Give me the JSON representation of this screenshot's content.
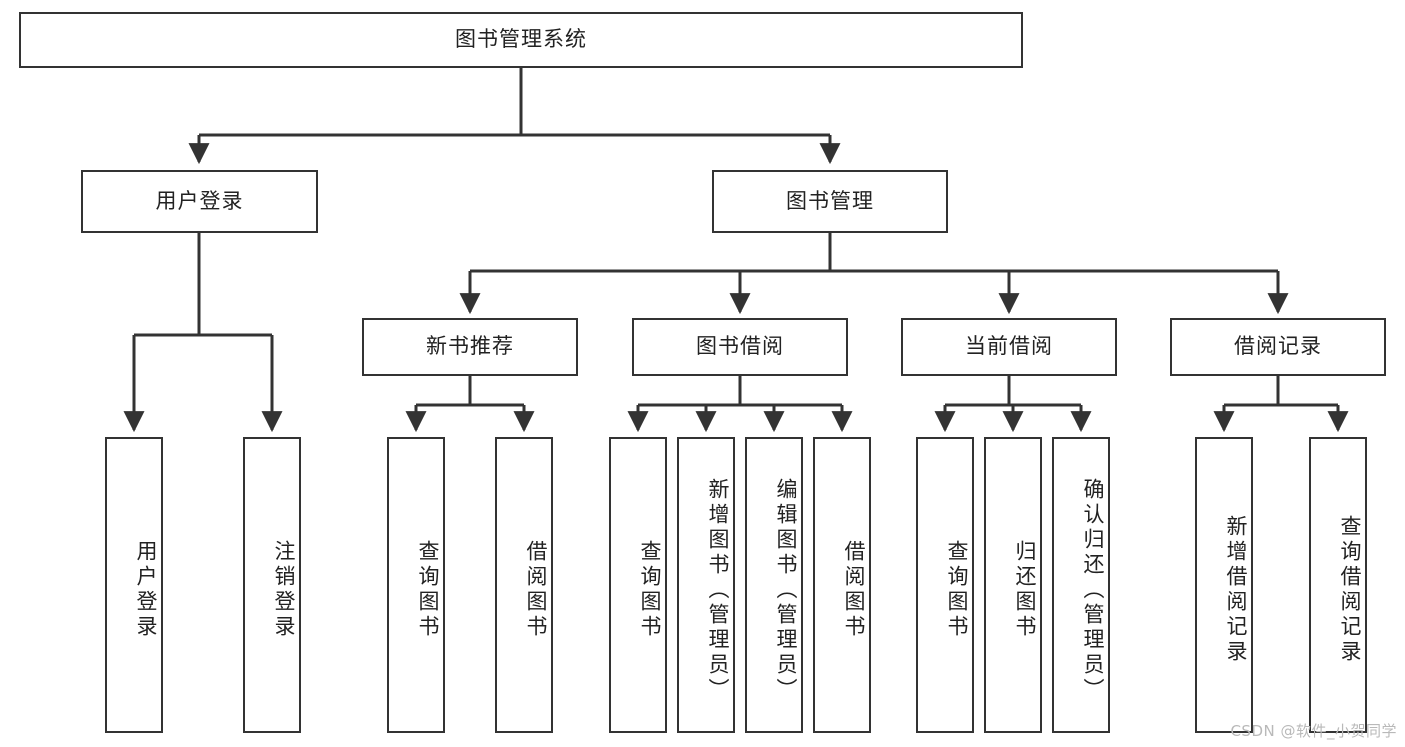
{
  "diagram": {
    "title": "图书管理系统",
    "type": "hierarchy-tree",
    "colors": {
      "box_border": "#333333",
      "box_fill": "#ffffff",
      "connector": "#333333",
      "text": "#222222",
      "watermark": "#b9b9b9"
    },
    "root": {
      "label": "图书管理系统"
    },
    "level2": [
      {
        "id": "user-login",
        "label": "用户登录"
      },
      {
        "id": "book-management",
        "label": "图书管理"
      }
    ],
    "level3": [
      {
        "id": "new-book-recommend",
        "label": "新书推荐"
      },
      {
        "id": "book-borrow",
        "label": "图书借阅"
      },
      {
        "id": "current-borrow",
        "label": "当前借阅"
      },
      {
        "id": "borrow-record",
        "label": "借阅记录"
      }
    ],
    "leaves": {
      "user_login": [
        {
          "id": "leaf-user-login",
          "label": "用户登录"
        },
        {
          "id": "leaf-logout-login",
          "label": "注销登录"
        }
      ],
      "new_book_recommend": [
        {
          "id": "leaf-query-book-1",
          "label": "查询图书"
        },
        {
          "id": "leaf-borrow-book-1",
          "label": "借阅图书"
        }
      ],
      "book_borrow": [
        {
          "id": "leaf-query-book-2",
          "label": "查询图书"
        },
        {
          "id": "leaf-add-book",
          "label": "新增图书（管理员）"
        },
        {
          "id": "leaf-edit-book",
          "label": "编辑图书（管理员）"
        },
        {
          "id": "leaf-borrow-book-2",
          "label": "借阅图书"
        }
      ],
      "current_borrow": [
        {
          "id": "leaf-query-book-3",
          "label": "查询图书"
        },
        {
          "id": "leaf-return-book",
          "label": "归还图书"
        },
        {
          "id": "leaf-confirm-return",
          "label": "确认归还（管理员）"
        }
      ],
      "borrow_record": [
        {
          "id": "leaf-add-record",
          "label": "新增借阅记录"
        },
        {
          "id": "leaf-query-record",
          "label": "查询借阅记录"
        }
      ]
    },
    "watermark": "CSDN @软件_小贺同学"
  }
}
